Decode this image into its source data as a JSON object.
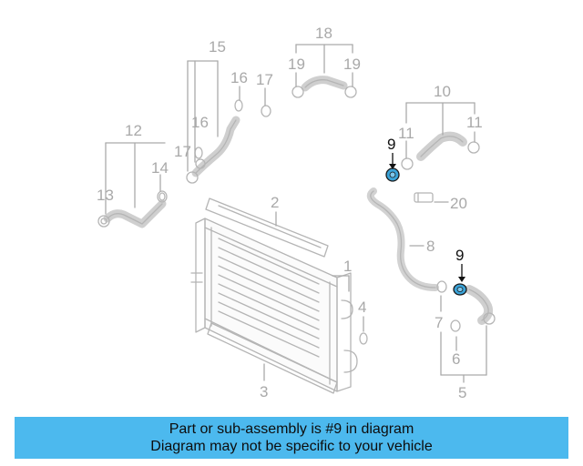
{
  "diagram": {
    "labels": {
      "n1": "1",
      "n2": "2",
      "n3": "3",
      "n4": "4",
      "n5": "5",
      "n6": "6",
      "n7": "7",
      "n8": "8",
      "n9a": "9",
      "n9b": "9",
      "n10": "10",
      "n11a": "11",
      "n11b": "11",
      "n12": "12",
      "n13": "13",
      "n14": "14",
      "n15": "15",
      "n16a": "16",
      "n16b": "16",
      "n17a": "17",
      "n17b": "17",
      "n18": "18",
      "n19a": "19",
      "n19b": "19",
      "n20": "20"
    },
    "highlight_color": "#3aa3d8",
    "part_color": "#b5b5b5"
  },
  "banner": {
    "line1": "Part or sub-assembly is #9 in diagram",
    "line2": "Diagram may not be specific to your vehicle",
    "color": "#4cb9ee"
  }
}
